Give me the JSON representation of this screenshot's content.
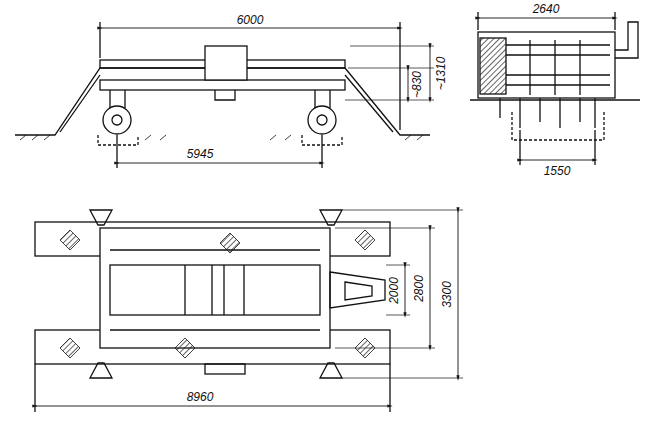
{
  "diagram": {
    "labels": [
      "6000",
      "~830",
      "~1310",
      "5945",
      "2640",
      "1550",
      "2000",
      "2800",
      "3300",
      "8960"
    ]
  }
}
